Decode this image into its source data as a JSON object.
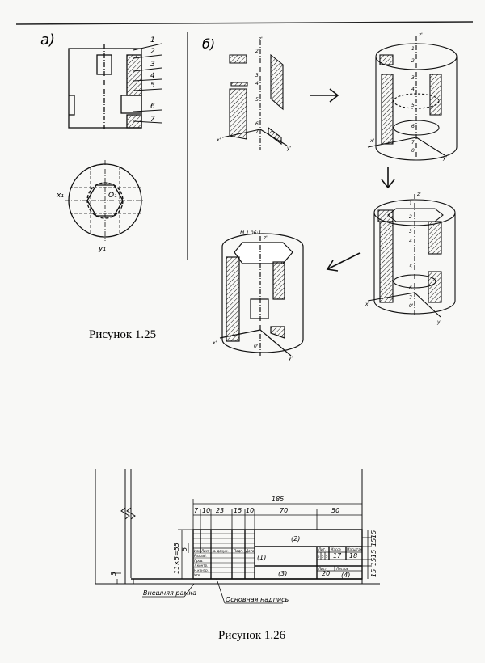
{
  "fig125": {
    "label_a": "а)",
    "label_b": "б)",
    "caption": "Рисунок 1.25",
    "numbers": [
      "1",
      "2",
      "3",
      "4",
      "5",
      "6",
      "7"
    ],
    "x1": "x₁",
    "y1": "y₁",
    "o1": "O₁",
    "x_iso": "x'",
    "y_iso": "y'",
    "z_iso": "z'",
    "o_iso": "0'",
    "scale": "M 1,06:1"
  },
  "fig126": {
    "caption": "Рисунок 1.26",
    "dims_top": [
      "185",
      "7",
      "10",
      "23",
      "15",
      "10",
      "70",
      "50"
    ],
    "dims_left": [
      "11×5=55",
      "5"
    ],
    "dims_right": [
      "15",
      "15",
      "15",
      "15",
      "15"
    ],
    "dim_left_small": "5",
    "cells": [
      "(1)",
      "(2)",
      "(3)",
      "(4)",
      "17",
      "18",
      "20",
      "5",
      "5",
      "5"
    ],
    "small_headers": [
      "Изм",
      "Лист",
      "№ докум.",
      "Подп.",
      "Дата",
      "Разраб.",
      "Пров.",
      "Т.контр.",
      "Н.контр.",
      "Утв."
    ],
    "right_headers": [
      "Лит.",
      "Масса",
      "Масштаб",
      "Лист",
      "Листов"
    ],
    "callout_outer": "Внешняя рамка",
    "callout_title": "Основная надпись"
  },
  "colors": {
    "ink": "#111111",
    "paper": "#f8f8f6"
  }
}
